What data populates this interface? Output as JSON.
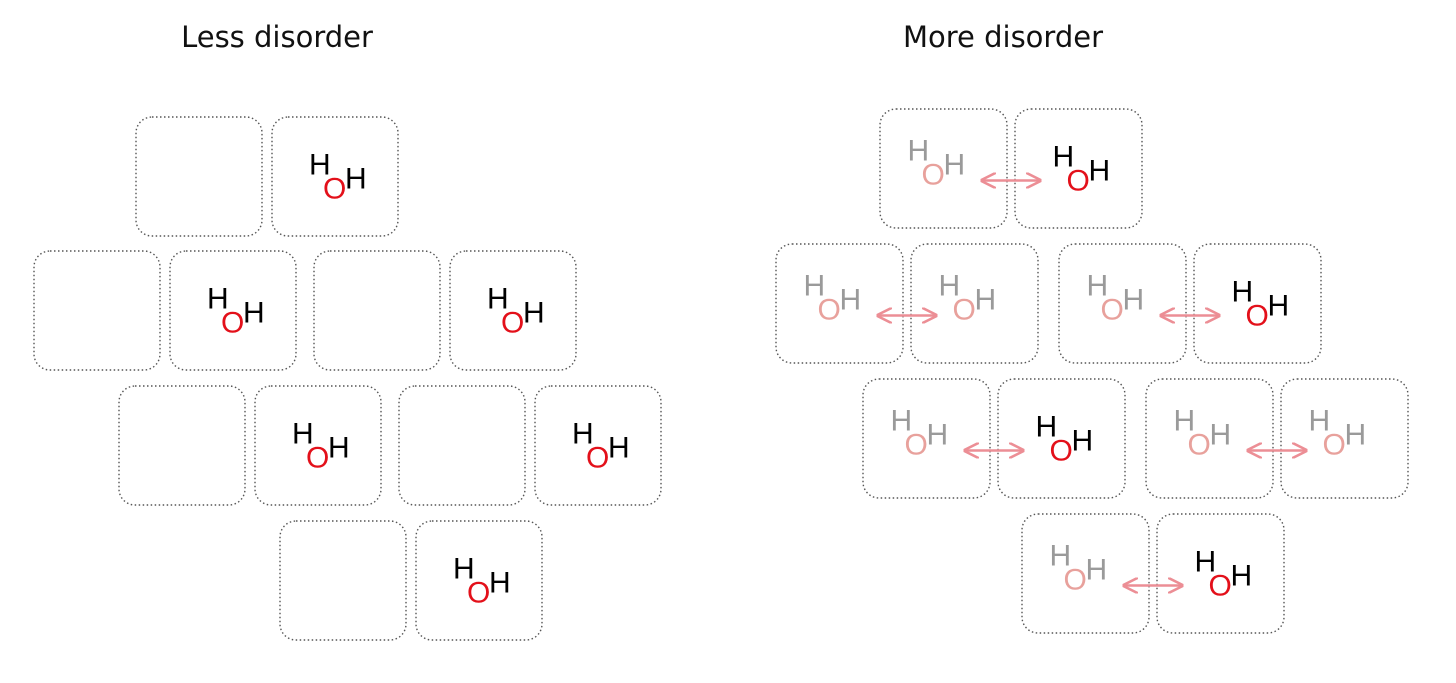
{
  "panels": [
    {
      "title": "Less disorder",
      "rows": [
        {
          "cells": [
            "empty",
            "filled"
          ]
        },
        {
          "cells": [
            "empty",
            "filled",
            "empty",
            "filled"
          ]
        },
        {
          "cells": [
            "empty",
            "filled",
            "empty",
            "filled"
          ]
        },
        {
          "cells": [
            "empty",
            "filled"
          ]
        }
      ]
    },
    {
      "title": "More disorder",
      "rows": [
        {
          "cells": [
            "ghost",
            "filled"
          ],
          "arrows": [
            [
              0,
              1
            ]
          ]
        },
        {
          "cells": [
            "ghost",
            "ghost",
            "ghost",
            "filled"
          ],
          "arrows": [
            [
              0,
              1
            ],
            [
              2,
              3
            ]
          ]
        },
        {
          "cells": [
            "ghost",
            "filled",
            "ghost",
            "ghost"
          ],
          "arrows": [
            [
              0,
              1
            ],
            [
              2,
              3
            ]
          ]
        },
        {
          "cells": [
            "ghost",
            "filled"
          ],
          "arrows": [
            [
              0,
              1
            ]
          ]
        }
      ]
    }
  ],
  "molecule": {
    "hydrogen": "H",
    "oxygen": "O"
  },
  "colors": {
    "hydrogen": "#000000",
    "oxygen": "#e3101a",
    "ghost_hydrogen": "#9a9a9a",
    "ghost_oxygen": "#e8a19c",
    "arrow": "#ec8e95",
    "cell_border": "#555555"
  }
}
